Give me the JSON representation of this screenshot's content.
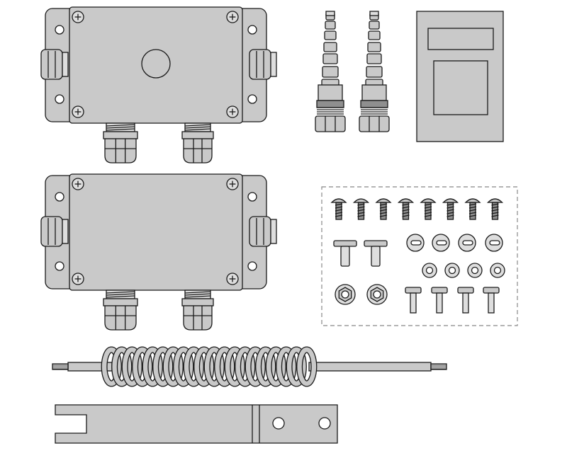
{
  "figure": {
    "kind": "parts-kit illustration",
    "colors": {
      "outline": "#1a1a1a",
      "fill": "#c9c9c9",
      "fill_light": "#dedede",
      "fill_dark": "#8f8f8f",
      "hole": "#ffffff",
      "dash_box": "#888888"
    }
  },
  "parts": {
    "enclosures": [
      {
        "id": "enclosure-with-window",
        "has_window": true,
        "glands_bottom": 2,
        "glands_side": 2
      },
      {
        "id": "enclosure-plain",
        "has_window": false,
        "glands_bottom": 2,
        "glands_side": 2
      }
    ],
    "cable_glands_long": {
      "count": 2
    },
    "label_card": {
      "count": 1
    },
    "hardware_bag": {
      "pan_head_screws": {
        "count": 8
      },
      "t_bolts": {
        "count": 2
      },
      "slotted_washers": {
        "count": 4
      },
      "flat_washers": {
        "count": 4
      },
      "hex_nuts": {
        "count": 2
      },
      "t_pins": {
        "count": 4
      }
    },
    "coiled_cable": {
      "coils": 20
    },
    "mounting_bracket": {
      "holes": 2,
      "slot": 1
    }
  }
}
